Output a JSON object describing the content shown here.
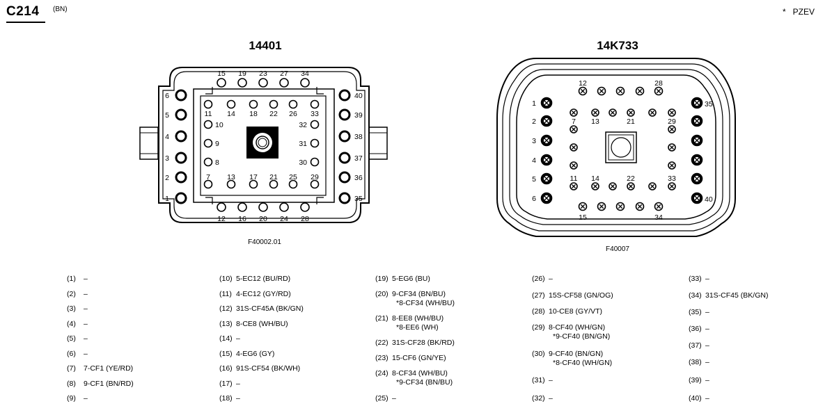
{
  "header": {
    "title": "C214",
    "subtitle": "(BN)",
    "note_symbol": "*",
    "note_text": "PZEV"
  },
  "connectors": {
    "left": {
      "name": "14401",
      "figure": "F40002.01"
    },
    "right": {
      "name": "14K733",
      "figure": "F40007"
    }
  },
  "left_pin_labels": {
    "top": [
      "15",
      "19",
      "23",
      "27",
      "34"
    ],
    "bottom": [
      "12",
      "16",
      "20",
      "24",
      "28"
    ],
    "left_col": [
      "6",
      "5",
      "4",
      "3",
      "2",
      "1"
    ],
    "right_col": [
      "40",
      "39",
      "38",
      "37",
      "36",
      "35"
    ],
    "inner_top": [
      "11",
      "14",
      "18",
      "22",
      "26",
      "33"
    ],
    "inner_bottom": [
      "7",
      "13",
      "17",
      "21",
      "25",
      "29"
    ],
    "inner_left": [
      "10",
      "9",
      "8"
    ],
    "inner_right": [
      "32",
      "31",
      "30"
    ]
  },
  "right_pin_labels": {
    "top": [
      "12",
      "28"
    ],
    "bottom": [
      "15",
      "34"
    ],
    "left_col": [
      "1",
      "2",
      "3",
      "4",
      "5",
      "6"
    ],
    "right_col": [
      "35",
      "40"
    ],
    "inner_top": [
      "7",
      "13",
      "21",
      "29"
    ],
    "inner_bottom": [
      "11",
      "14",
      "22",
      "33"
    ]
  },
  "pin_list": [
    {
      "num": "(1)",
      "desc": "–"
    },
    {
      "num": "(2)",
      "desc": "–"
    },
    {
      "num": "(3)",
      "desc": "–"
    },
    {
      "num": "(4)",
      "desc": "–"
    },
    {
      "num": "(5)",
      "desc": "–"
    },
    {
      "num": "(6)",
      "desc": "–"
    },
    {
      "num": "(7)",
      "desc": "7-CF1 (YE/RD)"
    },
    {
      "num": "(8)",
      "desc": "9-CF1 (BN/RD)"
    },
    {
      "num": "(9)",
      "desc": "–"
    },
    {
      "num": "(10)",
      "desc": "5-EC12 (BU/RD)"
    },
    {
      "num": "(11)",
      "desc": "4-EC12 (GY/RD)"
    },
    {
      "num": "(12)",
      "desc": "31S-CF45A (BK/GN)"
    },
    {
      "num": "(13)",
      "desc": "8-CE8 (WH/BU)"
    },
    {
      "num": "(14)",
      "desc": "–"
    },
    {
      "num": "(15)",
      "desc": "4-EG6 (GY)"
    },
    {
      "num": "(16)",
      "desc": "91S-CF54 (BK/WH)"
    },
    {
      "num": "(17)",
      "desc": "–"
    },
    {
      "num": "(18)",
      "desc": "–"
    },
    {
      "num": "(19)",
      "desc": "5-EG6 (BU)"
    },
    {
      "num": "(20)",
      "desc": "9-CF34 (BN/BU)",
      "desc2": "*8-CF34 (WH/BU)"
    },
    {
      "num": "(21)",
      "desc": "8-EE8 (WH/BU)",
      "desc2": "*8-EE6 (WH)"
    },
    {
      "num": "(22)",
      "desc": "31S-CF28 (BK/RD)"
    },
    {
      "num": "(23)",
      "desc": "15-CF6 (GN/YE)"
    },
    {
      "num": "(24)",
      "desc": "8-CF34 (WH/BU)",
      "desc2": "*9-CF34 (BN/BU)"
    },
    {
      "num": "(25)",
      "desc": "–"
    },
    {
      "num": "(26)",
      "desc": "–"
    },
    {
      "num": "(27)",
      "desc": "15S-CF58 (GN/OG)"
    },
    {
      "num": "(28)",
      "desc": "10-CE8 (GY/VT)"
    },
    {
      "num": "(29)",
      "desc": "8-CF40 (WH/GN)",
      "desc2": "*9-CF40 (BN/GN)"
    },
    {
      "num": "(30)",
      "desc": "9-CF40 (BN/GN)",
      "desc2": "*8-CF40 (WH/GN)"
    },
    {
      "num": "(31)",
      "desc": "–"
    },
    {
      "num": "(32)",
      "desc": "–"
    },
    {
      "num": "(33)",
      "desc": "–"
    },
    {
      "num": "(34)",
      "desc": "31S-CF45 (BK/GN)"
    },
    {
      "num": "(35)",
      "desc": "–"
    },
    {
      "num": "(36)",
      "desc": "–"
    },
    {
      "num": "(37)",
      "desc": "–"
    },
    {
      "num": "(38)",
      "desc": "–"
    },
    {
      "num": "(39)",
      "desc": "–"
    },
    {
      "num": "(40)",
      "desc": "–"
    }
  ]
}
